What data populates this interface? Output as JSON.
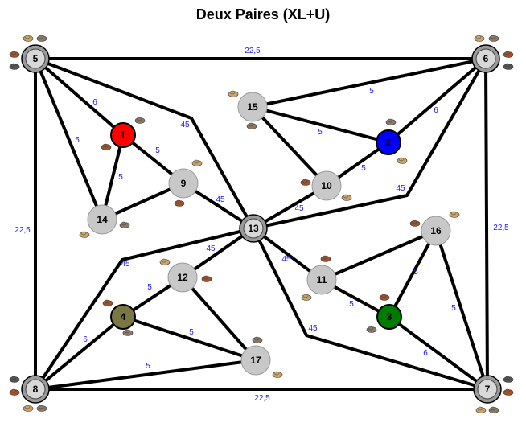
{
  "title": "Deux Paires (XL+U)",
  "colors": {
    "edge": "#000000",
    "edge_label": "#1a1aff",
    "node_default": "#c8c8c8",
    "player_red": "#ff0000",
    "player_blue": "#0000ff",
    "player_green": "#007a00",
    "player_olive": "#7a7744"
  },
  "nodes": [
    {
      "id": "1",
      "label": "1",
      "kind": "player",
      "color": "#ff0000"
    },
    {
      "id": "2",
      "label": "2",
      "kind": "player",
      "color": "#0000ff"
    },
    {
      "id": "3",
      "label": "3",
      "kind": "player",
      "color": "#007a00"
    },
    {
      "id": "4",
      "label": "4",
      "kind": "player",
      "color": "#7a7744"
    },
    {
      "id": "5",
      "label": "5",
      "kind": "corner"
    },
    {
      "id": "6",
      "label": "6",
      "kind": "corner"
    },
    {
      "id": "7",
      "label": "7",
      "kind": "corner"
    },
    {
      "id": "8",
      "label": "8",
      "kind": "corner"
    },
    {
      "id": "9",
      "label": "9",
      "kind": "normal"
    },
    {
      "id": "10",
      "label": "10",
      "kind": "normal"
    },
    {
      "id": "11",
      "label": "11",
      "kind": "normal"
    },
    {
      "id": "12",
      "label": "12",
      "kind": "normal"
    },
    {
      "id": "13",
      "label": "13",
      "kind": "center"
    },
    {
      "id": "14",
      "label": "14",
      "kind": "normal"
    },
    {
      "id": "15",
      "label": "15",
      "kind": "normal"
    },
    {
      "id": "16",
      "label": "16",
      "kind": "normal"
    },
    {
      "id": "17",
      "label": "17",
      "kind": "normal"
    }
  ],
  "edges": [
    {
      "from": "5",
      "to": "6",
      "label": "22,5"
    },
    {
      "from": "6",
      "to": "7",
      "label": "22,5"
    },
    {
      "from": "8",
      "to": "7",
      "label": "22,5"
    },
    {
      "from": "5",
      "to": "8",
      "label": "22,5"
    },
    {
      "from": "5",
      "to": "1",
      "label": "6"
    },
    {
      "from": "5",
      "to": "14",
      "label": "5"
    },
    {
      "from": "5",
      "to": "13",
      "label": "45"
    },
    {
      "from": "1",
      "to": "14",
      "label": "5"
    },
    {
      "from": "1",
      "to": "9",
      "label": "5"
    },
    {
      "from": "9",
      "to": "14",
      "label": ""
    },
    {
      "from": "9",
      "to": "13",
      "label": "45"
    },
    {
      "from": "6",
      "to": "15",
      "label": "5"
    },
    {
      "from": "6",
      "to": "2",
      "label": "6"
    },
    {
      "from": "6",
      "to": "13",
      "label": "45"
    },
    {
      "from": "15",
      "to": "2",
      "label": "5"
    },
    {
      "from": "15",
      "to": "10",
      "label": ""
    },
    {
      "from": "2",
      "to": "10",
      "label": "5"
    },
    {
      "from": "10",
      "to": "13",
      "label": "45"
    },
    {
      "from": "13",
      "to": "8",
      "label": "45"
    },
    {
      "from": "13",
      "to": "12",
      "label": "45"
    },
    {
      "from": "13",
      "to": "11",
      "label": "45"
    },
    {
      "from": "13",
      "to": "7",
      "label": "45"
    },
    {
      "from": "12",
      "to": "4",
      "label": "5"
    },
    {
      "from": "12",
      "to": "17",
      "label": ""
    },
    {
      "from": "4",
      "to": "17",
      "label": "5"
    },
    {
      "from": "4",
      "to": "8",
      "label": "6"
    },
    {
      "from": "8",
      "to": "17",
      "label": "5"
    },
    {
      "from": "11",
      "to": "16",
      "label": ""
    },
    {
      "from": "11",
      "to": "3",
      "label": "5"
    },
    {
      "from": "16",
      "to": "3",
      "label": "5"
    },
    {
      "from": "16",
      "to": "7",
      "label": "5"
    },
    {
      "from": "3",
      "to": "7",
      "label": "6"
    }
  ],
  "resource_icons": [
    "lumber-icon",
    "ore-icon",
    "wool-icon",
    "brick-icon",
    "grain-icon",
    "stone-icon"
  ]
}
